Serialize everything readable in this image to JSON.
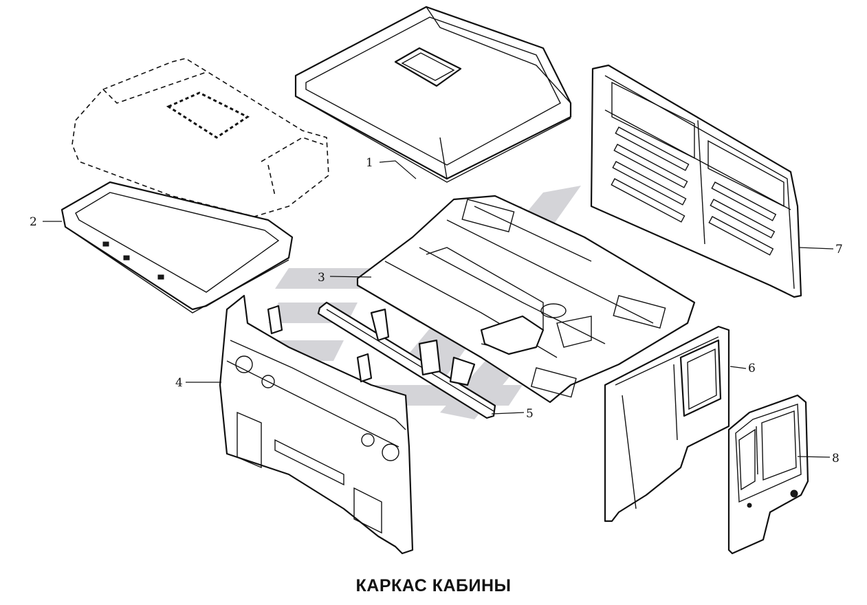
{
  "caption": "КАРКАС КАБИНЫ",
  "callouts": {
    "c1": "1",
    "c2": "2",
    "c3": "3",
    "c4": "4",
    "c5": "5",
    "c6": "6",
    "c7": "7",
    "c8": "8"
  },
  "colors": {
    "line": "#111111",
    "watermark": "#d4d4d8",
    "background": "#ffffff"
  }
}
